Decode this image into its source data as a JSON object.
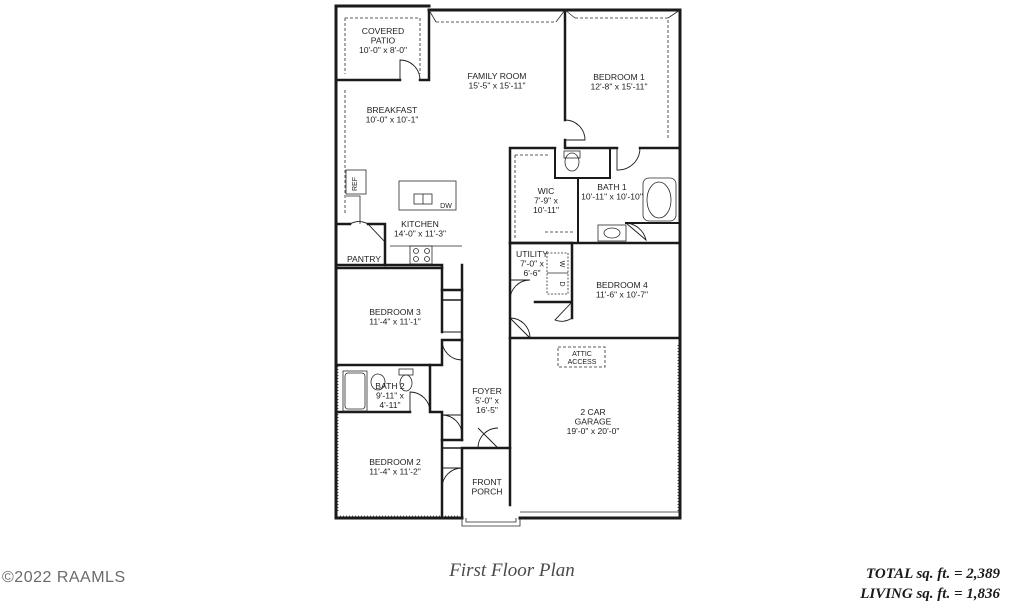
{
  "rooms": [
    {
      "id": "covered-patio",
      "name_lines": [
        "COVERED",
        "PATIO"
      ],
      "dims": "10'-0\" x 8'-0\""
    },
    {
      "id": "family-room",
      "name_lines": [
        "FAMILY ROOM"
      ],
      "dims": "15'-5\" x 15'-11\""
    },
    {
      "id": "bedroom-1",
      "name_lines": [
        "BEDROOM 1"
      ],
      "dims": "12'-8\" x 15'-11\""
    },
    {
      "id": "breakfast",
      "name_lines": [
        "BREAKFAST"
      ],
      "dims": "10'-0\" x 10'-1\""
    },
    {
      "id": "kitchen",
      "name_lines": [
        "KITCHEN"
      ],
      "dims": "14'-0\" x 11'-3\""
    },
    {
      "id": "pantry",
      "name_lines": [
        "PANTRY"
      ],
      "dims": ""
    },
    {
      "id": "wic",
      "name_lines": [
        "WIC",
        "7'-9\" x",
        "10'-11\""
      ],
      "dims": ""
    },
    {
      "id": "bath-1",
      "name_lines": [
        "BATH 1"
      ],
      "dims": "10'-11\" x 10'-10\""
    },
    {
      "id": "utility",
      "name_lines": [
        "UTILITY",
        "7'-0\" x",
        "6'-6\""
      ],
      "dims": ""
    },
    {
      "id": "bedroom-4",
      "name_lines": [
        "BEDROOM 4"
      ],
      "dims": "11'-6\" x 10'-7\""
    },
    {
      "id": "bedroom-3",
      "name_lines": [
        "BEDROOM 3"
      ],
      "dims": "11'-4\" x 11'-1\""
    },
    {
      "id": "bath-2",
      "name_lines": [
        "BATH 2",
        "9'-11\" x",
        "4'-11\""
      ],
      "dims": ""
    },
    {
      "id": "foyer",
      "name_lines": [
        "FOYER",
        "5'-0\" x",
        "16'-5\""
      ],
      "dims": ""
    },
    {
      "id": "garage",
      "name_lines": [
        "2 CAR",
        "GARAGE"
      ],
      "dims": "19'-0\" x 20'-0\""
    },
    {
      "id": "bedroom-2",
      "name_lines": [
        "BEDROOM 2"
      ],
      "dims": "11'-4\" x 11'-2\""
    },
    {
      "id": "front-porch",
      "name_lines": [
        "FRONT",
        "PORCH"
      ],
      "dims": ""
    }
  ],
  "fixtures": {
    "ref": "REF",
    "dw": "DW",
    "washer": "W",
    "dryer": "D",
    "attic_access_lines": [
      "ATTIC",
      "ACCESS"
    ]
  },
  "plan_title": "First Floor Plan",
  "totals": {
    "total": "TOTAL sq. ft. = 2,389",
    "living": "LIVING sq. ft. = 1,836"
  },
  "copyright": "©2022 RAAMLS",
  "colors": {
    "wall": "#1a1a1a",
    "title": "#4a4a4a"
  }
}
